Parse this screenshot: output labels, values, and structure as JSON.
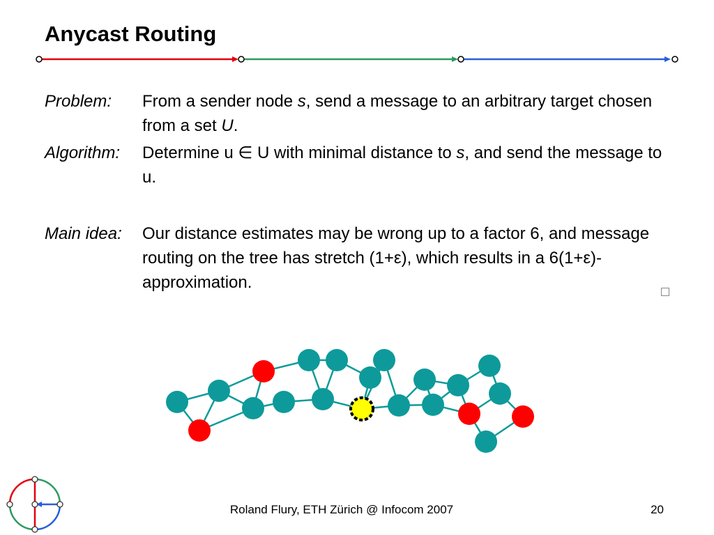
{
  "slide": {
    "title": "Anycast Routing"
  },
  "colors": {
    "red": "#e3000f",
    "green": "#2e9a5f",
    "blue": "#2860d8",
    "node_teal": "#0e9a9a",
    "node_red": "#ff0000",
    "node_yellow": "#ffff00",
    "edge": "#0e9a9a"
  },
  "content": {
    "problem": {
      "label": "Problem:",
      "t1": "From a sender node ",
      "s": "s",
      "t2": ", send a message to an arbitrary target chosen from a set ",
      "u": "U",
      "t3": "."
    },
    "algorithm": {
      "label": "Algorithm:",
      "t1": "Determine u ∈ U with minimal distance to ",
      "s": "s",
      "t2": ", and send the message to u."
    },
    "main_idea": {
      "label": "Main idea:",
      "t1": "Our distance estimates may be wrong up to a factor 6, and message routing on the tree has stretch (1+ε), which results in a 6(1+ε)-approximation."
    }
  },
  "footer": {
    "text": "Roland Flury, ETH Zürich @ Infocom 2007",
    "page": "20"
  },
  "graph": {
    "nodes": [
      {
        "id": "n1",
        "type": "regular"
      },
      {
        "id": "n2",
        "type": "target"
      },
      {
        "id": "n3",
        "type": "regular"
      },
      {
        "id": "n4",
        "type": "regular"
      },
      {
        "id": "n5",
        "type": "target"
      },
      {
        "id": "n6",
        "type": "regular"
      },
      {
        "id": "n7",
        "type": "regular"
      },
      {
        "id": "n8",
        "type": "regular"
      },
      {
        "id": "n9",
        "type": "regular"
      },
      {
        "id": "n10",
        "type": "regular"
      },
      {
        "id": "n11",
        "type": "regular"
      },
      {
        "id": "n12",
        "type": "sender"
      },
      {
        "id": "n13",
        "type": "regular"
      },
      {
        "id": "n14",
        "type": "regular"
      },
      {
        "id": "n15",
        "type": "regular"
      },
      {
        "id": "n16",
        "type": "regular"
      },
      {
        "id": "n17",
        "type": "target"
      },
      {
        "id": "n18",
        "type": "regular"
      },
      {
        "id": "n19",
        "type": "regular"
      },
      {
        "id": "n20",
        "type": "target"
      },
      {
        "id": "n21",
        "type": "regular"
      }
    ],
    "edges": [
      [
        "n1",
        "n2"
      ],
      [
        "n1",
        "n3"
      ],
      [
        "n2",
        "n3"
      ],
      [
        "n2",
        "n4"
      ],
      [
        "n3",
        "n4"
      ],
      [
        "n3",
        "n5"
      ],
      [
        "n4",
        "n5"
      ],
      [
        "n4",
        "n6"
      ],
      [
        "n5",
        "n7"
      ],
      [
        "n6",
        "n9"
      ],
      [
        "n7",
        "n8"
      ],
      [
        "n7",
        "n9"
      ],
      [
        "n8",
        "n9"
      ],
      [
        "n8",
        "n10"
      ],
      [
        "n9",
        "n12"
      ],
      [
        "n10",
        "n11"
      ],
      [
        "n10",
        "n12"
      ],
      [
        "n11",
        "n12"
      ],
      [
        "n11",
        "n13"
      ],
      [
        "n12",
        "n13"
      ],
      [
        "n13",
        "n14"
      ],
      [
        "n13",
        "n15"
      ],
      [
        "n14",
        "n15"
      ],
      [
        "n14",
        "n16"
      ],
      [
        "n15",
        "n16"
      ],
      [
        "n15",
        "n17"
      ],
      [
        "n16",
        "n17"
      ],
      [
        "n16",
        "n18"
      ],
      [
        "n18",
        "n19"
      ],
      [
        "n17",
        "n19"
      ],
      [
        "n17",
        "n21"
      ],
      [
        "n19",
        "n20"
      ],
      [
        "n20",
        "n21"
      ]
    ]
  }
}
